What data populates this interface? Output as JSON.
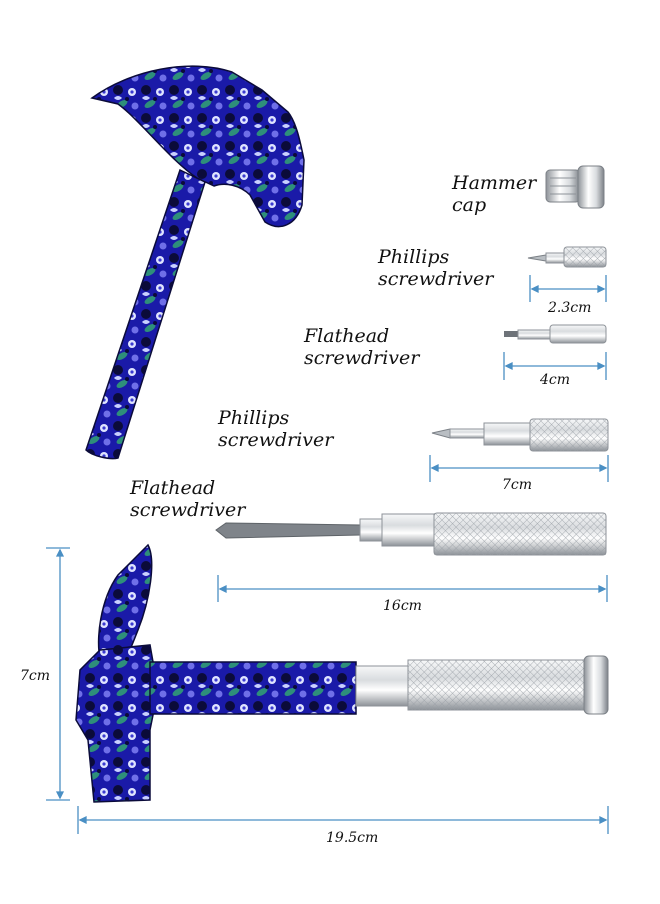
{
  "labels": {
    "hammer_cap": [
      "Hammer",
      "cap"
    ],
    "phillips_small": [
      "Phillips",
      "screwdriver"
    ],
    "flathead_small": [
      "Flathead",
      "screwdriver"
    ],
    "phillips_medium": [
      "Phillips",
      "screwdriver"
    ],
    "flathead_large": [
      "Flathead",
      "screwdriver"
    ]
  },
  "dimensions": {
    "phillips_small": "2.3cm",
    "flathead_small": "4cm",
    "phillips_medium": "7cm",
    "flathead_large": "16cm",
    "assembled_height": "7cm",
    "assembled_length": "19.5cm"
  },
  "colors": {
    "dimension_line": "#4a8fc4",
    "floral_base": "#1a1aa8",
    "floral_dark": "#0b0b3a",
    "floral_accent": "#2e8f7a",
    "metal_light": "#eef0f2",
    "metal_dark": "#8d9298"
  }
}
